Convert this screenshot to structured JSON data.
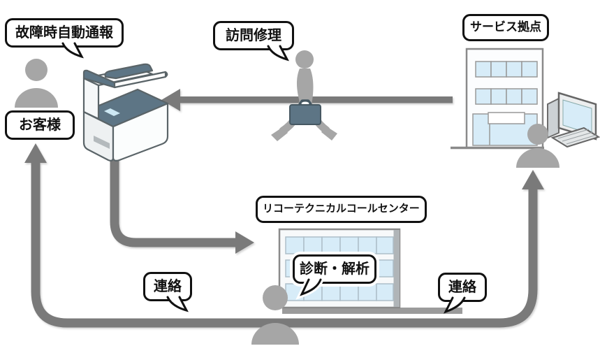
{
  "diagram": {
    "labels": {
      "auto_report": "故障時自動通報",
      "customer": "お客様",
      "visit_repair": "訪問修理",
      "service_site": "サービス拠点",
      "call_center": "リコーテクニカルコールセンター",
      "diagnosis": "診断・解析",
      "contact_left": "連絡",
      "contact_right": "連絡"
    },
    "icons": [
      "customer-person-icon",
      "multifunction-printer-icon",
      "repair-technician-icon",
      "briefcase-icon",
      "service-building-icon",
      "desktop-computer-icon",
      "service-staff-person-icon",
      "call-center-building-icon",
      "call-center-operator-icon",
      "left-arrow-icon",
      "right-arrow-icon",
      "up-arrow-icon"
    ],
    "colors": {
      "background": "#ffffff",
      "arrow": "#7a7a7a",
      "person": "#a6a6a6",
      "machine_accent": "#5d7585",
      "window": "#d7ecf8",
      "outline": "#8a8a8a",
      "bubble_border": "#111111",
      "building_base": "#9b9b9b"
    }
  }
}
